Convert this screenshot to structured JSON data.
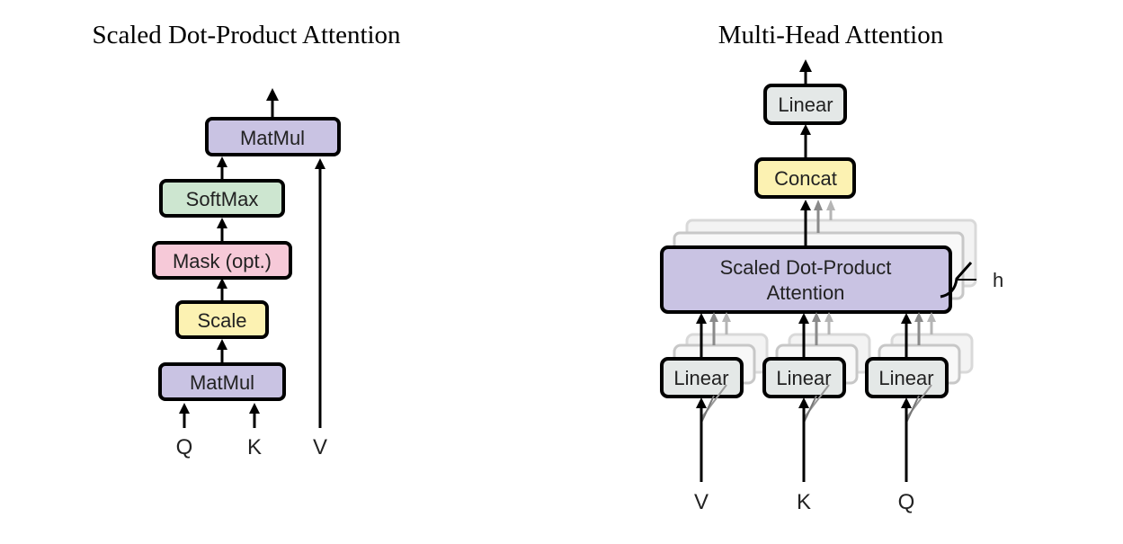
{
  "left_diagram": {
    "title": "Scaled Dot-Product Attention",
    "blocks": {
      "matmul_top": "MatMul",
      "softmax": "SoftMax",
      "mask": "Mask (opt.)",
      "scale": "Scale",
      "matmul_bottom": "MatMul"
    },
    "inputs": {
      "q": "Q",
      "k": "K",
      "v": "V"
    }
  },
  "right_diagram": {
    "title": "Multi-Head Attention",
    "blocks": {
      "linear_out": "Linear",
      "concat": "Concat",
      "attention_line1": "Scaled Dot-Product",
      "attention_line2": "Attention",
      "linear_v": "Linear",
      "linear_k": "Linear",
      "linear_q": "Linear"
    },
    "head_count_label": "h",
    "inputs": {
      "v": "V",
      "k": "K",
      "q": "Q"
    }
  },
  "colors": {
    "matmul": "#c9c3e3",
    "softmax": "#cde6d0",
    "mask": "#f6c9d8",
    "scale": "#fcf2b2",
    "linear": "#e4e8e7",
    "concat": "#fcf2b2",
    "attention": "#c9c3e3"
  }
}
